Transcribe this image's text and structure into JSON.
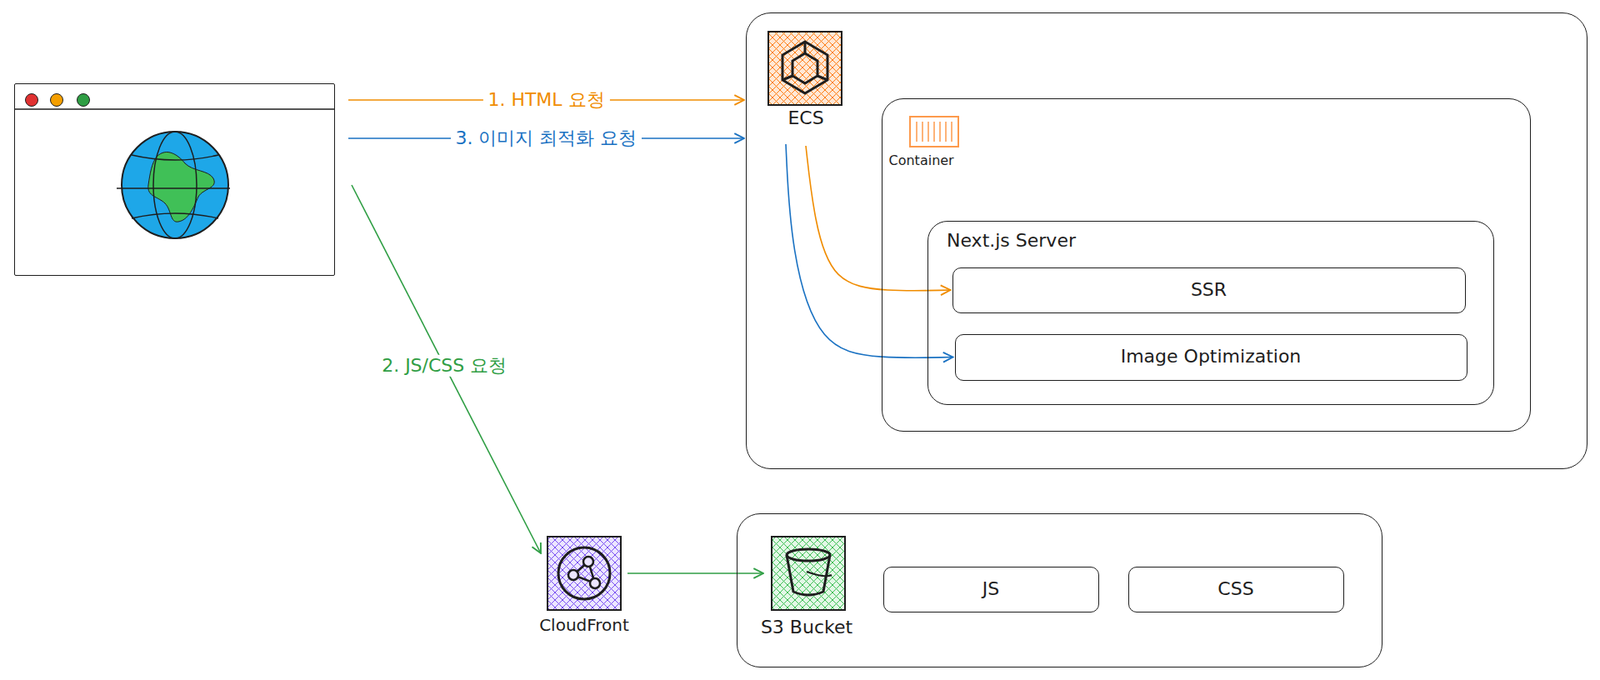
{
  "diagram": {
    "nodes": [
      {
        "text": []
      },
      {
        "text": [
          "ECS"
        ]
      },
      {
        "text": [
          "Container"
        ],
        "in": 1
      },
      {
        "text": [
          "Next.js Server"
        ],
        "in": 2
      },
      {
        "text": [
          "SSR"
        ],
        "in": 3
      },
      {
        "text": [
          "Image Optimization"
        ],
        "in": 3
      },
      {
        "text": [
          "CloudFront"
        ]
      },
      {
        "text": [
          "S3 Bucket"
        ]
      },
      {
        "text": [
          "JS"
        ],
        "in": 7
      },
      {
        "text": [
          "CSS"
        ],
        "in": 7
      }
    ],
    "edges": [
      {
        "from": 0,
        "to": 1,
        "label": "1. HTML 요청",
        "arrow": "to"
      },
      {
        "from": 0,
        "to": 6,
        "label": "2. JS/CSS 요청",
        "arrow": "to"
      },
      {
        "from": 0,
        "to": 1,
        "label": "3. 이미지 최적화 요청",
        "arrow": "to"
      },
      {
        "from": 1,
        "to": 4,
        "arrow": "to"
      },
      {
        "from": 1,
        "to": 5,
        "arrow": "to"
      },
      {
        "from": 6,
        "to": 7,
        "arrow": "to"
      }
    ]
  }
}
